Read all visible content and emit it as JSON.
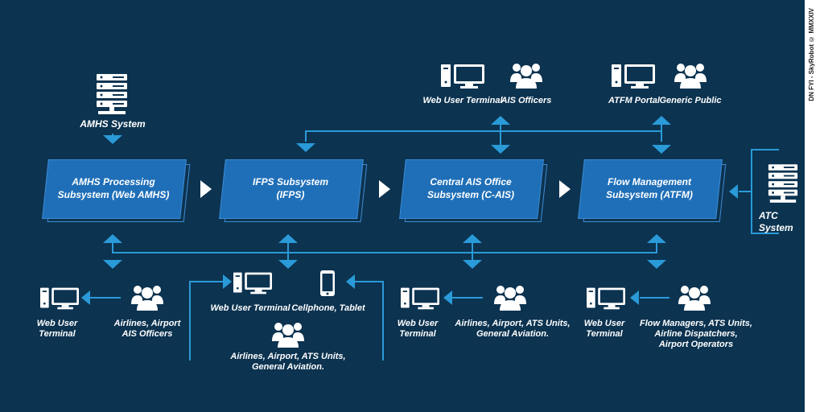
{
  "colors": {
    "background": "#0c3350",
    "box_fill": "#1f6fb8",
    "connector": "#2a9ad8",
    "text": "#ffffff"
  },
  "credit": "DN FYI - SkyRobot © MMXXIV",
  "top": {
    "amhs_system": "AMHS System",
    "web_user_terminal": "Web User Terminal",
    "ais_officers": "AIS Officers",
    "atfm_portal": "ATFM Portal",
    "generic_public": "Generic Public",
    "atc_system": "ATC System"
  },
  "subsystems": [
    {
      "label": "AMHS Processing\nSubsystem (Web AMHS)"
    },
    {
      "label": "IFPS Subsystem\n(IFPS)"
    },
    {
      "label": "Central AIS Office\nSubsystem (C-AIS)"
    },
    {
      "label": "Flow Management\nSubsystem (ATFM)"
    }
  ],
  "bottom": {
    "g1_terminal": "Web User\nTerminal",
    "g1_users": "Airlines, Airport\nAIS Officers",
    "g2_terminal": "Web User Terminal",
    "g2_phone": "Cellphone, Tablet",
    "g2_users": "Airlines, Airport, ATS Units,\nGeneral Aviation.",
    "g3_terminal": "Web User\nTerminal",
    "g3_users": "Airlines, Airport, ATS Units,\nGeneral Aviation.",
    "g4_terminal": "Web User\nTerminal",
    "g4_users": "Flow Managers, ATS Units,\nAirline Dispatchers,\nAirport Operators"
  },
  "icons": [
    "server-icon",
    "computer-icon",
    "users-icon",
    "smartphone-icon",
    "arrow-icon"
  ]
}
